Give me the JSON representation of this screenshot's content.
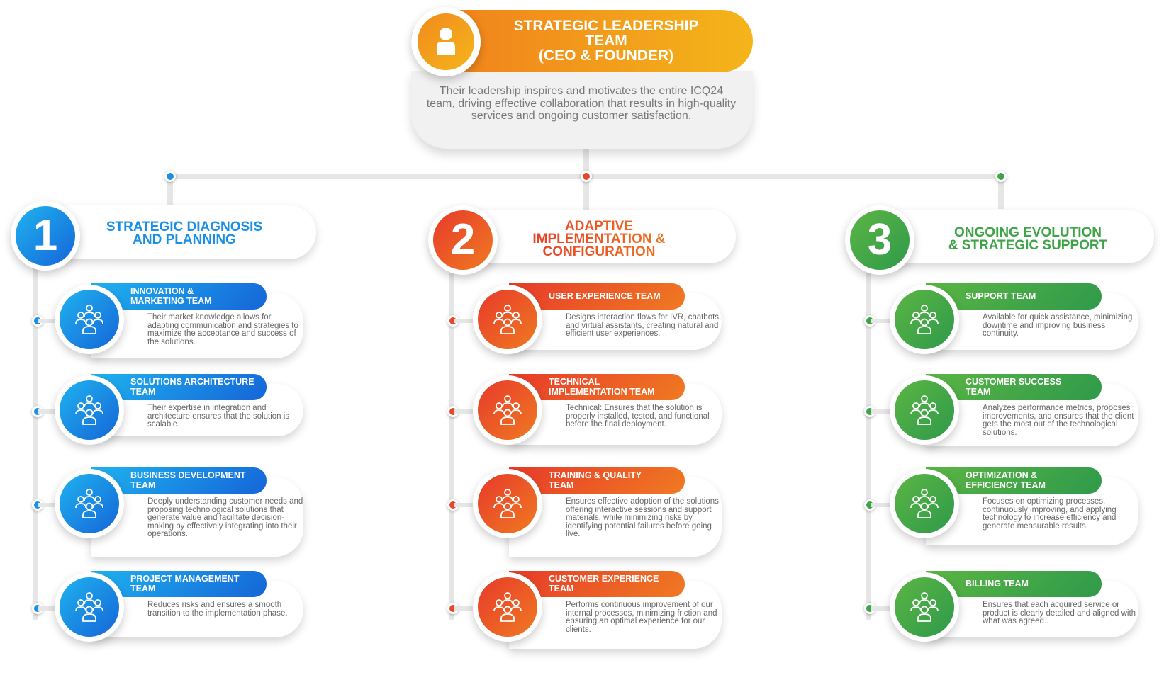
{
  "top": {
    "title_lines": [
      "STRATEGIC LEADERSHIP",
      "TEAM",
      "(CEO & FOUNDER)"
    ],
    "description": "Their leadership inspires and motivates the entire ICQ24 team, driving effective collaboration that results in high-quality services and ongoing customer satisfaction.",
    "icon": "person-icon"
  },
  "categories": [
    {
      "number": "1",
      "title_lines": [
        "STRATEGIC DIAGNOSIS",
        "AND PLANNING"
      ],
      "color": "#1a8fe6",
      "teams": [
        {
          "name_lines": [
            "INNOVATION &",
            "MARKETING TEAM"
          ],
          "description": "Their market knowledge allows for adapting communication and strategies to maximize the acceptance and success of the solutions."
        },
        {
          "name_lines": [
            "SOLUTIONS ARCHITECTURE",
            "TEAM"
          ],
          "description": "Their expertise in integration and architecture ensures that the solution is scalable."
        },
        {
          "name_lines": [
            "BUSINESS DEVELOPMENT",
            "TEAM"
          ],
          "description": "Deeply understanding customer needs and proposing technological solutions that generate value and facilitate decision-making by effectively integrating into their operations."
        },
        {
          "name_lines": [
            "PROJECT MANAGEMENT",
            "TEAM"
          ],
          "description": "Reduces risks and ensures a smooth transition to the implementation phase."
        }
      ]
    },
    {
      "number": "2",
      "title_lines": [
        "ADAPTIVE",
        "IMPLEMENTATION &",
        "CONFIGURATION"
      ],
      "color": "#e8462a",
      "teams": [
        {
          "name_lines": [
            "USER EXPERIENCE TEAM"
          ],
          "description": "Designs interaction flows for IVR, chatbots, and virtual assistants, creating natural and efficient user experiences."
        },
        {
          "name_lines": [
            "TECHNICAL",
            "IMPLEMENTATION TEAM"
          ],
          "description": "Technical: Ensures that the solution is properly installed, tested, and functional before the final deployment."
        },
        {
          "name_lines": [
            "TRAINING & QUALITY",
            "TEAM"
          ],
          "description": "Ensures effective adoption of the solutions, offering interactive sessions and support materials, while minimizing risks by identifying potential failures before going live."
        },
        {
          "name_lines": [
            "CUSTOMER EXPERIENCE",
            "TEAM"
          ],
          "description": "Performs continuous improvement of our internal processes, minimizing friction and ensuring an optimal experience for our clients."
        }
      ]
    },
    {
      "number": "3",
      "title_lines": [
        "ONGOING EVOLUTION",
        "& STRATEGIC SUPPORT"
      ],
      "color": "#3fa447",
      "teams": [
        {
          "name_lines": [
            "SUPPORT TEAM"
          ],
          "description": "Available for quick assistance, minimizing downtime and improving business continuity."
        },
        {
          "name_lines": [
            "CUSTOMER SUCCESS",
            "TEAM"
          ],
          "description": "Analyzes performance metrics, proposes improvements, and ensures that the client gets the most out of the technological solutions."
        },
        {
          "name_lines": [
            "OPTIMIZATION &",
            "EFFICIENCY TEAM"
          ],
          "description": "Focuses on optimizing processes, continuously improving, and applying technology to increase efficiency and generate measurable results."
        },
        {
          "name_lines": [
            "BILLING TEAM"
          ],
          "description": "Ensures that each acquired service or product is clearly detailed and aligned with what was agreed.."
        }
      ]
    }
  ],
  "icons": {
    "team": "team-group-icon"
  },
  "colors": {
    "blue": "#1a8fe6",
    "red": "#e8462a",
    "green": "#3fa447",
    "orange": "#f39a1e"
  }
}
